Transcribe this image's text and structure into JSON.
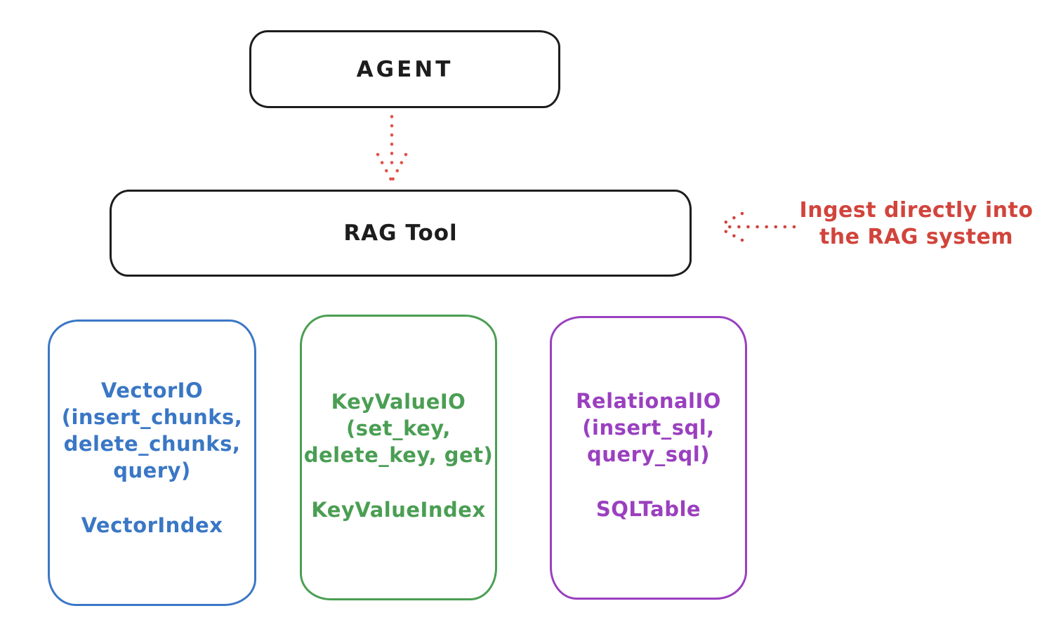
{
  "nodes": {
    "agent": {
      "label": "AGENT"
    },
    "rag_tool": {
      "label": "RAG Tool"
    }
  },
  "annotation": {
    "lines": [
      "Ingest directly into",
      "the RAG system"
    ],
    "color": "#d1443c"
  },
  "connectors": [
    {
      "name": "agent-to-rag-tool",
      "style": "dotted",
      "direction": "down",
      "color": "#e0524a"
    },
    {
      "name": "ingest-into-rag-tool",
      "style": "dotted",
      "direction": "left",
      "color": "#d1443c"
    }
  ],
  "storage_boxes": [
    {
      "color": "#3a77c5",
      "lines": [
        "VectorIO",
        "(insert_chunks,",
        "delete_chunks,",
        "query)"
      ],
      "index_label": "VectorIndex"
    },
    {
      "color": "#4a9e53",
      "lines": [
        "KeyValueIO",
        "(set_key,",
        "delete_key, get)"
      ],
      "index_label": "KeyValueIndex"
    },
    {
      "color": "#9a40bf",
      "lines": [
        "RelationalIO",
        "(insert_sql,",
        "query_sql)"
      ],
      "index_label": "SQLTable"
    }
  ]
}
